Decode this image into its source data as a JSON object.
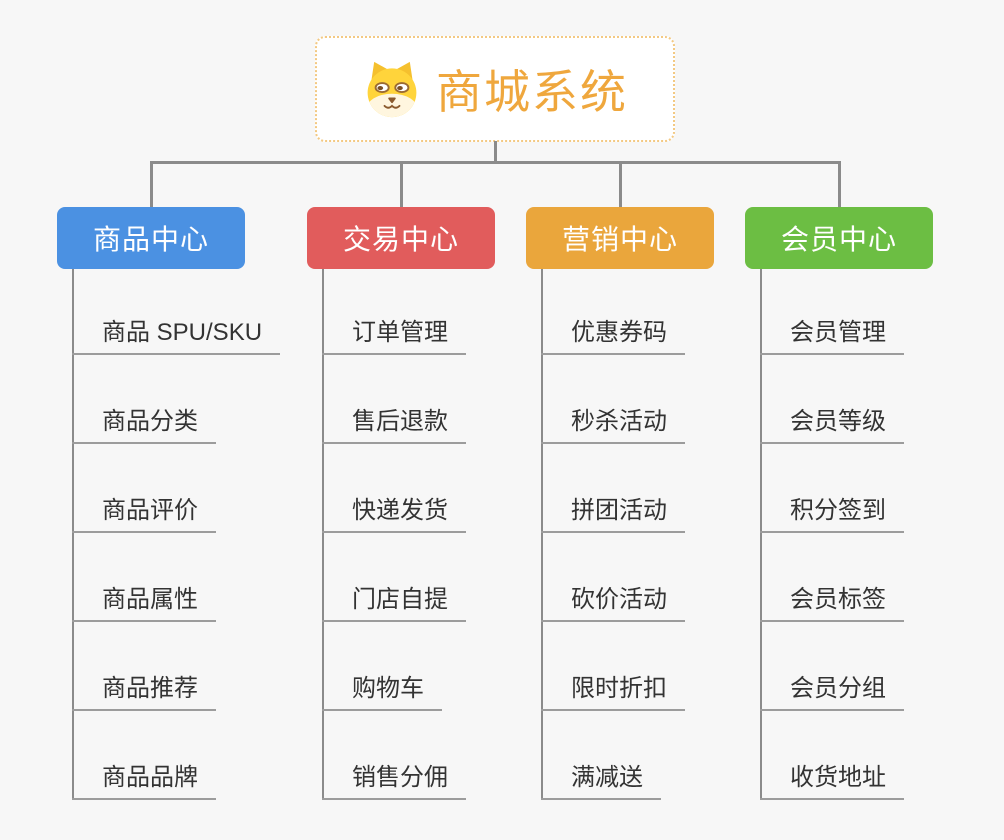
{
  "page": {
    "background_color": "#F7F7F7"
  },
  "root": {
    "title": "商城系统",
    "icon": "dog-face-icon",
    "text_color": "#EFA73D",
    "border_color": "#F3C983"
  },
  "colors": {
    "connector": "#8B8B8B",
    "underline": "#9C9C9C",
    "item_text": "#333333"
  },
  "branches": [
    {
      "id": "product-center",
      "label": "商品中心",
      "color": "#4B91E2",
      "children": [
        "商品 SPU/SKU",
        "商品分类",
        "商品评价",
        "商品属性",
        "商品推荐",
        "商品品牌"
      ]
    },
    {
      "id": "trade-center",
      "label": "交易中心",
      "color": "#E15C5C",
      "children": [
        "订单管理",
        "售后退款",
        "快递发货",
        "门店自提",
        "购物车",
        "销售分佣"
      ]
    },
    {
      "id": "marketing-center",
      "label": "营销中心",
      "color": "#EAA63C",
      "children": [
        "优惠券码",
        "秒杀活动",
        "拼团活动",
        "砍价活动",
        "限时折扣",
        "满减送"
      ]
    },
    {
      "id": "member-center",
      "label": "会员中心",
      "color": "#6CBE43",
      "children": [
        "会员管理",
        "会员等级",
        "积分签到",
        "会员标签",
        "会员分组",
        "收货地址"
      ]
    }
  ]
}
